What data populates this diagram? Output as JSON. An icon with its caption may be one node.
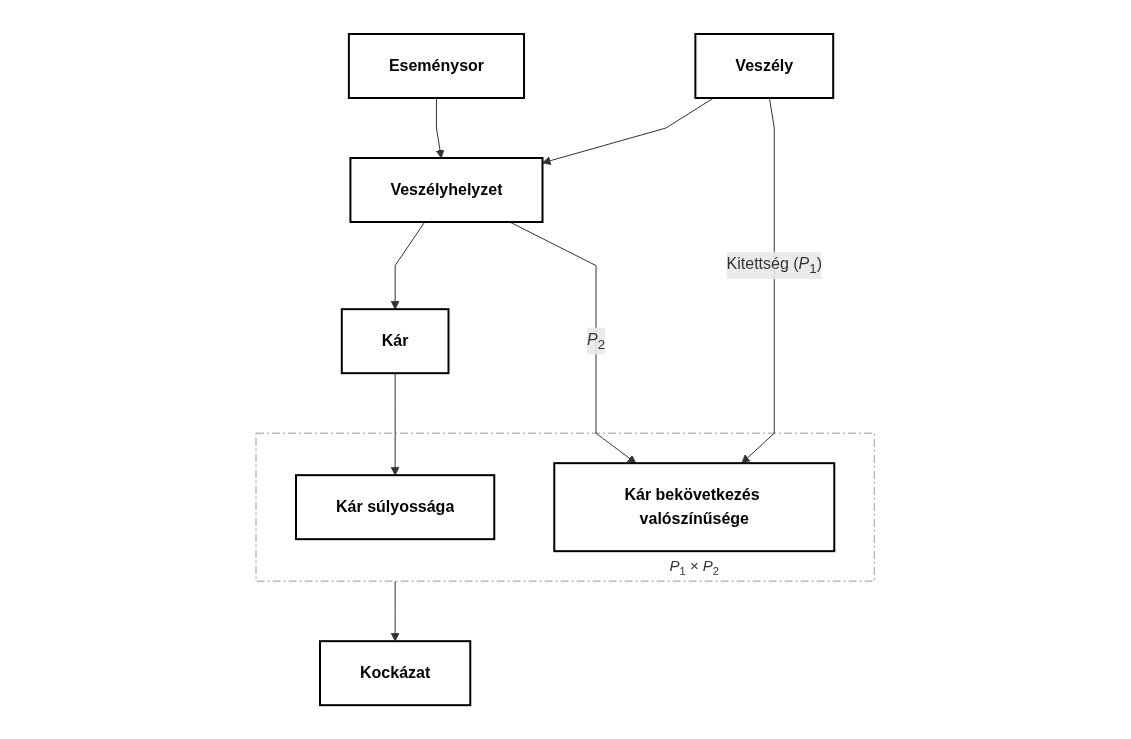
{
  "diagram": {
    "nodes": [
      {
        "text": [
          "Eseménysor"
        ]
      },
      {
        "text": [
          "Veszély"
        ]
      },
      {
        "text": [
          "Veszélyhelyzet"
        ]
      },
      {
        "text": [
          "Kár"
        ]
      },
      {
        "text": [],
        "shape": "box"
      },
      {
        "text": [
          "Kár súlyossága"
        ],
        "in": 4
      },
      {
        "text": [
          "Kár bekövetkezés valószínűsége"
        ],
        "in": 4,
        "beside": [
          "*P*$_{1}$ × *P*$_{2}$"
        ]
      },
      {
        "text": [
          "Kockázat"
        ]
      }
    ],
    "edges": [
      {
        "from": 0,
        "to": 2,
        "arrow": "to"
      },
      {
        "from": 1,
        "to": 2,
        "arrow": "to"
      },
      {
        "from": 1,
        "to": 6,
        "arrow": "to",
        "label": "Kitettség (*P*$_{1}$)"
      },
      {
        "from": 2,
        "to": 3,
        "arrow": "to"
      },
      {
        "from": 2,
        "to": 6,
        "arrow": "to",
        "label": "*P*$_{2}$"
      },
      {
        "from": 3,
        "to": 5,
        "arrow": "to"
      },
      {
        "from": 4,
        "to": 7,
        "arrow": "to"
      }
    ]
  }
}
